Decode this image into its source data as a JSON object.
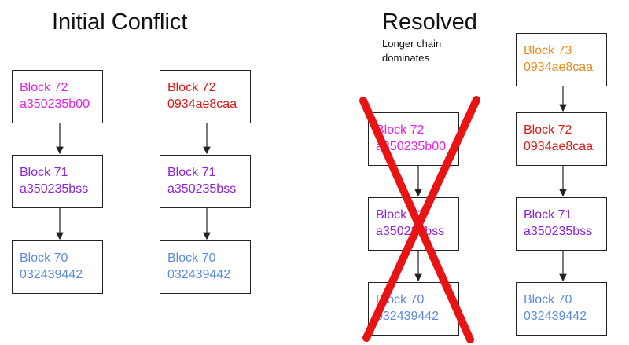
{
  "headings": {
    "initial": "Initial Conflict",
    "resolved": "Resolved"
  },
  "note": "Longer chain dominates",
  "colors": {
    "magenta": "#e81ee8",
    "red": "#e31515",
    "purple": "#8e22d9",
    "blue": "#5b8be0",
    "orange": "#ee8a1c",
    "cross": "#e81414"
  },
  "chains": {
    "initial_a": [
      {
        "name": "Block 72",
        "hash": "a350235b00"
      },
      {
        "name": "Block 71",
        "hash": "a350235bss"
      },
      {
        "name": "Block 70",
        "hash": "032439442"
      }
    ],
    "initial_b": [
      {
        "name": "Block 72",
        "hash": "0934ae8caa"
      },
      {
        "name": "Block 71",
        "hash": "a350235bss"
      },
      {
        "name": "Block 70",
        "hash": "032439442"
      }
    ],
    "resolved_rejected": [
      {
        "name": "Block 72",
        "hash": "a350235b00"
      },
      {
        "name": "Block 71",
        "hash": "a350235bss"
      },
      {
        "name": "Block 70",
        "hash": "032439442"
      }
    ],
    "resolved_winner": [
      {
        "name": "Block 73",
        "hash": "0934ae8caa"
      },
      {
        "name": "Block 72",
        "hash": "0934ae8caa"
      },
      {
        "name": "Block 71",
        "hash": "a350235bss"
      },
      {
        "name": "Block 70",
        "hash": "032439442"
      }
    ]
  }
}
